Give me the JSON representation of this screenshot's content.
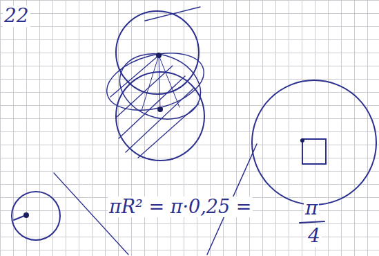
{
  "diagram": {
    "labels": [
      "22",
      "πR² = π·0,25 =",
      "π",
      "4"
    ]
  }
}
